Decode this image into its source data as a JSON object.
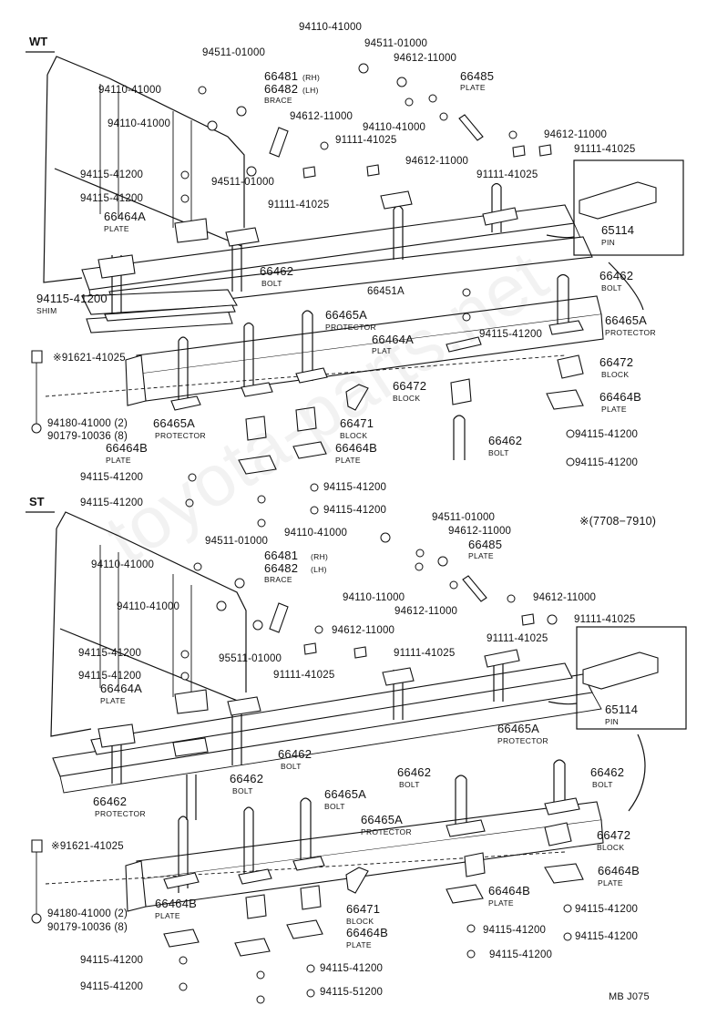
{
  "sections": {
    "wt": "WT",
    "st": "ST"
  },
  "date_note": "※(7708−7910)",
  "footer_code": "MB J075",
  "watermark": "toyota-parts.net",
  "wt": {
    "labels": [
      {
        "id": "wt-94110-top",
        "text": "94110-41000"
      },
      {
        "id": "wt-94511-a",
        "text": "94511-01000"
      },
      {
        "id": "wt-94511-b",
        "text": "94511-01000"
      },
      {
        "id": "wt-94612-a",
        "text": "94612-11000"
      },
      {
        "id": "wt-66481",
        "text": "66481"
      },
      {
        "id": "wt-66482",
        "text": "66482"
      },
      {
        "id": "wt-66485",
        "text": "66485"
      },
      {
        "id": "wt-94110-l1",
        "text": "94110-41000"
      },
      {
        "id": "wt-94110-l2",
        "text": "94110-41000"
      },
      {
        "id": "wt-94612-b",
        "text": "94612-11000"
      },
      {
        "id": "wt-94110-c",
        "text": "94110-41000"
      },
      {
        "id": "wt-94612-r",
        "text": "94612-11000"
      },
      {
        "id": "wt-91111-a",
        "text": "91111-41025"
      },
      {
        "id": "wt-91111-r",
        "text": "91111-41025"
      },
      {
        "id": "wt-94612-c",
        "text": "94612-11000"
      },
      {
        "id": "wt-91111-b",
        "text": "91111-41025"
      },
      {
        "id": "wt-94115-l1",
        "text": "94115-41200"
      },
      {
        "id": "wt-94511-c",
        "text": "94511-01000"
      },
      {
        "id": "wt-94115-l2",
        "text": "94115-41200"
      },
      {
        "id": "wt-91111-c",
        "text": "91111-41025"
      },
      {
        "id": "wt-66464a",
        "text": "66464A"
      },
      {
        "id": "wt-65114",
        "text": "65114"
      },
      {
        "id": "wt-66462-a",
        "text": "66462"
      },
      {
        "id": "wt-66462-r",
        "text": "66462"
      },
      {
        "id": "wt-66451a",
        "text": "66451A"
      },
      {
        "id": "wt-94115-m",
        "text": "94115-41200"
      },
      {
        "id": "wt-66465a-a",
        "text": "66465A"
      },
      {
        "id": "wt-66465a-r",
        "text": "66465A"
      },
      {
        "id": "wt-94115-m2",
        "text": "94115-41200"
      },
      {
        "id": "wt-66464a-b",
        "text": "66464A"
      },
      {
        "id": "wt-91621",
        "text": "※91621-41025"
      },
      {
        "id": "wt-66472-r",
        "text": "66472"
      },
      {
        "id": "wt-66472-m",
        "text": "66472"
      },
      {
        "id": "wt-66464b-r",
        "text": "66464B"
      },
      {
        "id": "wt-94180",
        "text": "94180-41000 (2)"
      },
      {
        "id": "wt-90179",
        "text": "90179-10036 (8)"
      },
      {
        "id": "wt-66465a-b",
        "text": "66465A"
      },
      {
        "id": "wt-66471",
        "text": "66471"
      },
      {
        "id": "wt-66462-b",
        "text": "66462"
      },
      {
        "id": "wt-94115-r1",
        "text": "94115-41200"
      },
      {
        "id": "wt-66464b-l",
        "text": "66464B"
      },
      {
        "id": "wt-66464b-m",
        "text": "66464B"
      },
      {
        "id": "wt-94115-r2",
        "text": "94115-41200"
      },
      {
        "id": "wt-94115-b1",
        "text": "94115-41200"
      },
      {
        "id": "wt-94115-b2",
        "text": "94115-41200"
      },
      {
        "id": "wt-94115-b3",
        "text": "94115-41200"
      },
      {
        "id": "wt-94115-b4",
        "text": "94115-41200"
      }
    ],
    "subs": [
      {
        "id": "wt-rh",
        "text": "(RH)"
      },
      {
        "id": "wt-lh",
        "text": "(LH)"
      },
      {
        "id": "wt-brace",
        "text": "BRACE"
      },
      {
        "id": "wt-plate-66485",
        "text": "PLATE"
      },
      {
        "id": "wt-plate-66464a",
        "text": "PLATE"
      },
      {
        "id": "wt-pin",
        "text": "PIN"
      },
      {
        "id": "wt-bolt-a",
        "text": "BOLT"
      },
      {
        "id": "wt-bolt-r",
        "text": "BOLT"
      },
      {
        "id": "wt-shim",
        "text": "SHIM"
      },
      {
        "id": "wt-protector-a",
        "text": "PROTECTOR"
      },
      {
        "id": "wt-protector-r",
        "text": "PROTECTOR"
      },
      {
        "id": "wt-plat",
        "text": "PLAT"
      },
      {
        "id": "wt-block-r",
        "text": "BLOCK"
      },
      {
        "id": "wt-block-m",
        "text": "BLOCK"
      },
      {
        "id": "wt-plate-66464b-r",
        "text": "PLATE"
      },
      {
        "id": "wt-protector-b",
        "text": "PROTECTOR"
      },
      {
        "id": "wt-block-b",
        "text": "BLOCK"
      },
      {
        "id": "wt-bolt-b",
        "text": "BOLT"
      },
      {
        "id": "wt-plate-66464b-l",
        "text": "PLATE"
      },
      {
        "id": "wt-plate-66464b-m",
        "text": "PLATE"
      }
    ]
  },
  "st": {
    "labels": [
      {
        "id": "st-94511-a",
        "text": "94511-01000"
      },
      {
        "id": "st-94612-a",
        "text": "94612-11000"
      },
      {
        "id": "st-94110-top",
        "text": "94110-41000"
      },
      {
        "id": "st-94511-b",
        "text": "94511-01000"
      },
      {
        "id": "st-66485",
        "text": "66485"
      },
      {
        "id": "st-66481",
        "text": "66481"
      },
      {
        "id": "st-66482",
        "text": "66482"
      },
      {
        "id": "st-94110-l1",
        "text": "94110-41000"
      },
      {
        "id": "st-94110-11000",
        "text": "94110-11000"
      },
      {
        "id": "st-94612-b",
        "text": "94612-11000"
      },
      {
        "id": "st-94612-r",
        "text": "94612-11000"
      },
      {
        "id": "st-94110-l2",
        "text": "94110-41000"
      },
      {
        "id": "st-94612-c",
        "text": "94612-11000"
      },
      {
        "id": "st-91111-r",
        "text": "91111-41025"
      },
      {
        "id": "st-91111-a",
        "text": "91111-41025"
      },
      {
        "id": "st-95511",
        "text": "95511-01000"
      },
      {
        "id": "st-91111-b",
        "text": "91111-41025"
      },
      {
        "id": "st-94115-l1",
        "text": "94115-41200"
      },
      {
        "id": "st-91111-c",
        "text": "91111-41025"
      },
      {
        "id": "st-94115-l2",
        "text": "94115-41200"
      },
      {
        "id": "st-66464a",
        "text": "66464A"
      },
      {
        "id": "st-65114",
        "text": "65114"
      },
      {
        "id": "st-66465a-top",
        "text": "66465A"
      },
      {
        "id": "st-66462-a",
        "text": "66462"
      },
      {
        "id": "st-66462-b",
        "text": "66462"
      },
      {
        "id": "st-66462-r",
        "text": "66462"
      },
      {
        "id": "st-66462-m",
        "text": "66462"
      },
      {
        "id": "st-66462-l",
        "text": "66462"
      },
      {
        "id": "st-66465a-a",
        "text": "66465A"
      },
      {
        "id": "st-66465a-b",
        "text": "66465A"
      },
      {
        "id": "st-66472",
        "text": "66472"
      },
      {
        "id": "st-91621",
        "text": "※91621-41025"
      },
      {
        "id": "st-66464b-r",
        "text": "66464B"
      },
      {
        "id": "st-66464b-m",
        "text": "66464B"
      },
      {
        "id": "st-94180",
        "text": "94180-41000 (2)"
      },
      {
        "id": "st-66464b-l",
        "text": "66464B"
      },
      {
        "id": "st-90179",
        "text": "90179-10036 (8)"
      },
      {
        "id": "st-94115-r1",
        "text": "94115-41200"
      },
      {
        "id": "st-66471",
        "text": "66471"
      },
      {
        "id": "st-94115-m1",
        "text": "94115-41200"
      },
      {
        "id": "st-94115-r2",
        "text": "94115-41200"
      },
      {
        "id": "st-66464b-b",
        "text": "66464B"
      },
      {
        "id": "st-94115-m2",
        "text": "94115-41200"
      },
      {
        "id": "st-94115-b1",
        "text": "94115-41200"
      },
      {
        "id": "st-94115-b2",
        "text": "94115-41200"
      },
      {
        "id": "st-94115-b3",
        "text": "94115-41200"
      },
      {
        "id": "st-94115-51200",
        "text": "94115-51200"
      }
    ],
    "subs": [
      {
        "id": "st-plate-66485",
        "text": "PLATE"
      },
      {
        "id": "st-rh",
        "text": "(RH)"
      },
      {
        "id": "st-lh",
        "text": "(LH)"
      },
      {
        "id": "st-brace",
        "text": "BRACE"
      },
      {
        "id": "st-plate-66464a",
        "text": "PLATE"
      },
      {
        "id": "st-pin",
        "text": "PIN"
      },
      {
        "id": "st-protector-top",
        "text": "PROTECTOR"
      },
      {
        "id": "st-bolt-a",
        "text": "BOLT"
      },
      {
        "id": "st-bolt-b",
        "text": "BOLT"
      },
      {
        "id": "st-bolt-r",
        "text": "BOLT"
      },
      {
        "id": "st-bolt-m",
        "text": "BOLT"
      },
      {
        "id": "st-bolt-l",
        "text": "BOLT"
      },
      {
        "id": "st-protector-a",
        "text": "PROTECTOR"
      },
      {
        "id": "st-protector-b",
        "text": "PROTECTOR"
      },
      {
        "id": "st-block",
        "text": "BLOCK"
      },
      {
        "id": "st-plate-66464b-r",
        "text": "PLATE"
      },
      {
        "id": "st-plate-66464b-m",
        "text": "PLATE"
      },
      {
        "id": "st-plate-66464b-l",
        "text": "PLATE"
      },
      {
        "id": "st-block-b",
        "text": "BLOCK"
      },
      {
        "id": "st-plate-66464b-b",
        "text": "PLATE"
      }
    ]
  }
}
